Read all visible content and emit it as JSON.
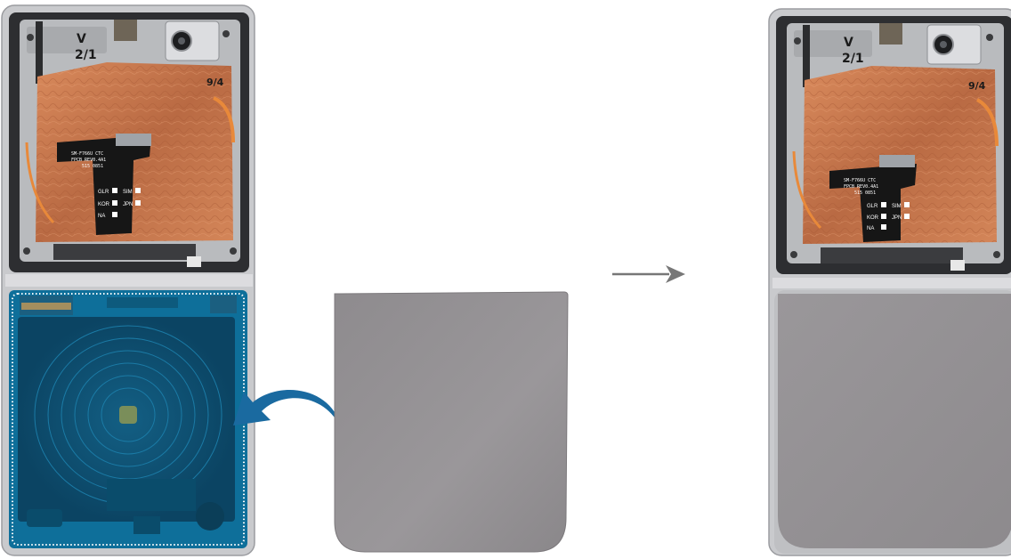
{
  "left_phone": {
    "frame_text_1": "SM-F766U CTC",
    "frame_text_2": "FPCB REV0.4A1",
    "frame_text_3": "515 0851",
    "handwriting_1": "V",
    "handwriting_2": "2/1",
    "handwriting_3": "9/4",
    "checkbox_labels": [
      "GLR",
      "SIM",
      "KOR",
      "JPN",
      "NA"
    ]
  },
  "right_phone": {
    "frame_text_1": "SM-F766U CTC",
    "frame_text_2": "FPCB REV0.4A1",
    "frame_text_3": "515 0851",
    "handwriting_1": "V",
    "handwriting_2": "2/1",
    "handwriting_3": "9/4",
    "checkbox_labels": [
      "GLR",
      "SIM",
      "KOR",
      "JPN",
      "NA"
    ]
  },
  "colors": {
    "frame": "#c9cacd",
    "copper": "#c67a4e",
    "highlight_blue": "#0e6f9a",
    "arrow_blue": "#1a6aa0",
    "cover_panel": "#8d8a8c",
    "step_arrow": "#777777"
  },
  "icons": {
    "flip_arrow": "curved-arrow-icon",
    "step_arrow": "right-arrow-icon"
  }
}
